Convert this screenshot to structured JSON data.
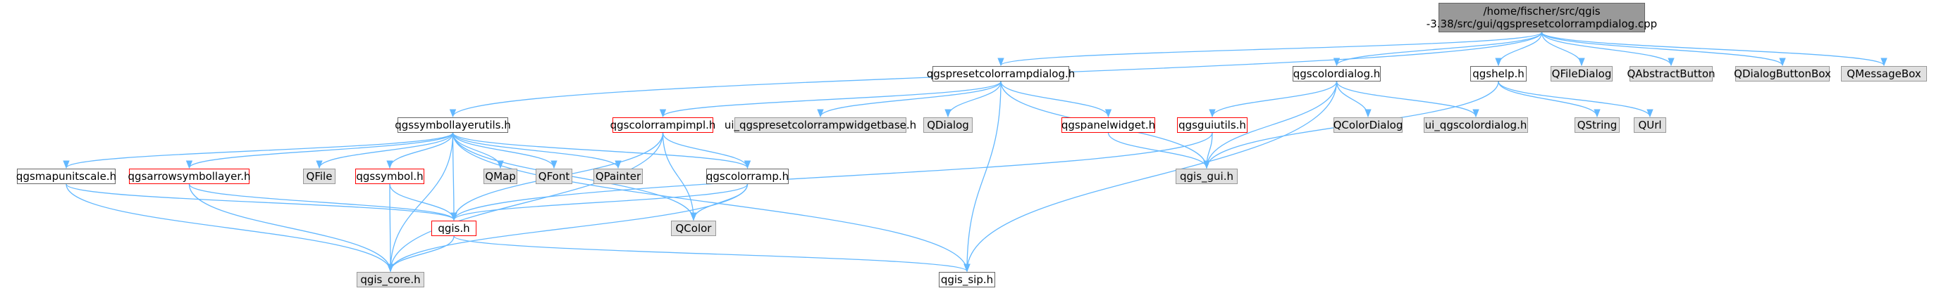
{
  "colors": {
    "edge": "#63b8ff",
    "plain_border": "#666666",
    "truncated_border": "#ff0000",
    "external_fill": "#e0e0e0",
    "root_fill": "#999999"
  },
  "nodes": {
    "root": {
      "label": "/home/fischer/src/qgis\n-3.38/src/gui/qgspresetcolorrampdialog.cpp",
      "kind": "root"
    },
    "presetdlg_h": {
      "label": "qgspresetcolorrampdialog.h",
      "kind": "plain"
    },
    "colordlg_h": {
      "label": "qgscolordialog.h",
      "kind": "plain"
    },
    "qgshelp_h": {
      "label": "qgshelp.h",
      "kind": "plain"
    },
    "qfiledialog": {
      "label": "QFileDialog",
      "kind": "ext"
    },
    "qabstractbutton": {
      "label": "QAbstractButton",
      "kind": "ext"
    },
    "qdialogbuttonbox": {
      "label": "QDialogButtonBox",
      "kind": "ext"
    },
    "qmessagebox": {
      "label": "QMessageBox",
      "kind": "ext"
    },
    "symlayerutils_h": {
      "label": "qgssymbollayerutils.h",
      "kind": "plain"
    },
    "colorrampimpl_h": {
      "label": "qgscolorrampimpl.h",
      "kind": "trunc"
    },
    "ui_presetbase_h": {
      "label": "ui_qgspresetcolorrampwidgetbase.h",
      "kind": "ext"
    },
    "qdialog": {
      "label": "QDialog",
      "kind": "ext"
    },
    "panelwidget_h": {
      "label": "qgspanelwidget.h",
      "kind": "trunc"
    },
    "guiutils_h": {
      "label": "qgsguiutils.h",
      "kind": "trunc"
    },
    "qcolordialog": {
      "label": "QColorDialog",
      "kind": "ext"
    },
    "ui_colordlg_h": {
      "label": "ui_qgscolordialog.h",
      "kind": "ext"
    },
    "qstring": {
      "label": "QString",
      "kind": "ext"
    },
    "qurl": {
      "label": "QUrl",
      "kind": "ext"
    },
    "mapunitscale_h": {
      "label": "qgsmapunitscale.h",
      "kind": "plain"
    },
    "arrowsymlayer_h": {
      "label": "qgsarrowsymbollayer.h",
      "kind": "trunc"
    },
    "qfile": {
      "label": "QFile",
      "kind": "ext"
    },
    "symbol_h": {
      "label": "qgssymbol.h",
      "kind": "trunc"
    },
    "qmap": {
      "label": "QMap",
      "kind": "ext"
    },
    "qfont": {
      "label": "QFont",
      "kind": "ext"
    },
    "qpainter": {
      "label": "QPainter",
      "kind": "ext"
    },
    "colorramp_h": {
      "label": "qgscolorramp.h",
      "kind": "plain"
    },
    "qgis_gui_h": {
      "label": "qgis_gui.h",
      "kind": "ext"
    },
    "qcolor": {
      "label": "QColor",
      "kind": "ext"
    },
    "qgis_h": {
      "label": "qgis.h",
      "kind": "trunc"
    },
    "qgis_core_h": {
      "label": "qgis_core.h",
      "kind": "ext"
    },
    "qgis_sip_h": {
      "label": "qgis_sip.h",
      "kind": "plain"
    }
  },
  "edges": [
    [
      "root",
      "presetdlg_h"
    ],
    [
      "root",
      "colordlg_h"
    ],
    [
      "root",
      "qgshelp_h"
    ],
    [
      "root",
      "qfiledialog"
    ],
    [
      "root",
      "qabstractbutton"
    ],
    [
      "root",
      "qdialogbuttonbox"
    ],
    [
      "root",
      "qmessagebox"
    ],
    [
      "root",
      "symlayerutils_h"
    ],
    [
      "presetdlg_h",
      "colorrampimpl_h"
    ],
    [
      "presetdlg_h",
      "ui_presetbase_h"
    ],
    [
      "presetdlg_h",
      "qdialog"
    ],
    [
      "presetdlg_h",
      "panelwidget_h"
    ],
    [
      "presetdlg_h",
      "qgis_gui_h"
    ],
    [
      "presetdlg_h",
      "qgis_sip_h"
    ],
    [
      "colordlg_h",
      "guiutils_h"
    ],
    [
      "colordlg_h",
      "qcolordialog"
    ],
    [
      "colordlg_h",
      "ui_colordlg_h"
    ],
    [
      "colordlg_h",
      "qgis_gui_h"
    ],
    [
      "colordlg_h",
      "qgis_sip_h"
    ],
    [
      "qgshelp_h",
      "qstring"
    ],
    [
      "qgshelp_h",
      "qurl"
    ],
    [
      "qgshelp_h",
      "qgis_gui_h"
    ],
    [
      "panelwidget_h",
      "qgis_gui_h"
    ],
    [
      "guiutils_h",
      "qgis_gui_h"
    ],
    [
      "guiutils_h",
      "qgis_h"
    ],
    [
      "symlayerutils_h",
      "mapunitscale_h"
    ],
    [
      "symlayerutils_h",
      "arrowsymlayer_h"
    ],
    [
      "symlayerutils_h",
      "qfile"
    ],
    [
      "symlayerutils_h",
      "symbol_h"
    ],
    [
      "symlayerutils_h",
      "qmap"
    ],
    [
      "symlayerutils_h",
      "qfont"
    ],
    [
      "symlayerutils_h",
      "qpainter"
    ],
    [
      "symlayerutils_h",
      "colorramp_h"
    ],
    [
      "symlayerutils_h",
      "qgis_h"
    ],
    [
      "symlayerutils_h",
      "qcolor"
    ],
    [
      "symlayerutils_h",
      "qgis_core_h"
    ],
    [
      "symlayerutils_h",
      "qgis_sip_h"
    ],
    [
      "colorrampimpl_h",
      "colorramp_h"
    ],
    [
      "colorrampimpl_h",
      "qgis_h"
    ],
    [
      "colorrampimpl_h",
      "qcolor"
    ],
    [
      "colorrampimpl_h",
      "qgis_core_h"
    ],
    [
      "colorramp_h",
      "qcolor"
    ],
    [
      "colorramp_h",
      "qgis_h"
    ],
    [
      "colorramp_h",
      "qgis_core_h"
    ],
    [
      "mapunitscale_h",
      "qgis_h"
    ],
    [
      "mapunitscale_h",
      "qgis_core_h"
    ],
    [
      "arrowsymlayer_h",
      "qgis_h"
    ],
    [
      "arrowsymlayer_h",
      "qgis_core_h"
    ],
    [
      "symbol_h",
      "qgis_h"
    ],
    [
      "symbol_h",
      "qgis_core_h"
    ],
    [
      "qgis_h",
      "qgis_core_h"
    ],
    [
      "qgis_h",
      "qgis_sip_h"
    ]
  ]
}
